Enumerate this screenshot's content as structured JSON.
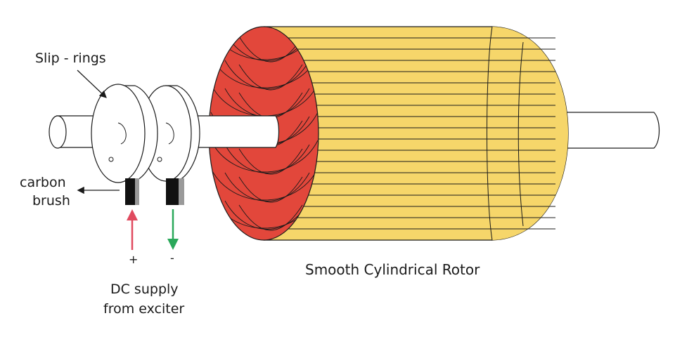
{
  "labels": {
    "slip_rings": "Slip - rings",
    "carbon_brush_line1": "carbon",
    "carbon_brush_line2": "brush",
    "plus": "+",
    "minus": "-",
    "dc_supply_line1": "DC supply",
    "dc_supply_line2": "from exciter",
    "rotor": "Smooth Cylindrical Rotor"
  },
  "colors": {
    "rotor_body": "#f6d66a",
    "rotor_end": "#e2473b",
    "outline": "#1a1a1a",
    "shaft": "#ffffff",
    "brush": "#111111",
    "brush_side": "#9a9a9a",
    "positive_arrow": "#e04a5f",
    "negative_arrow": "#2aa85a"
  }
}
